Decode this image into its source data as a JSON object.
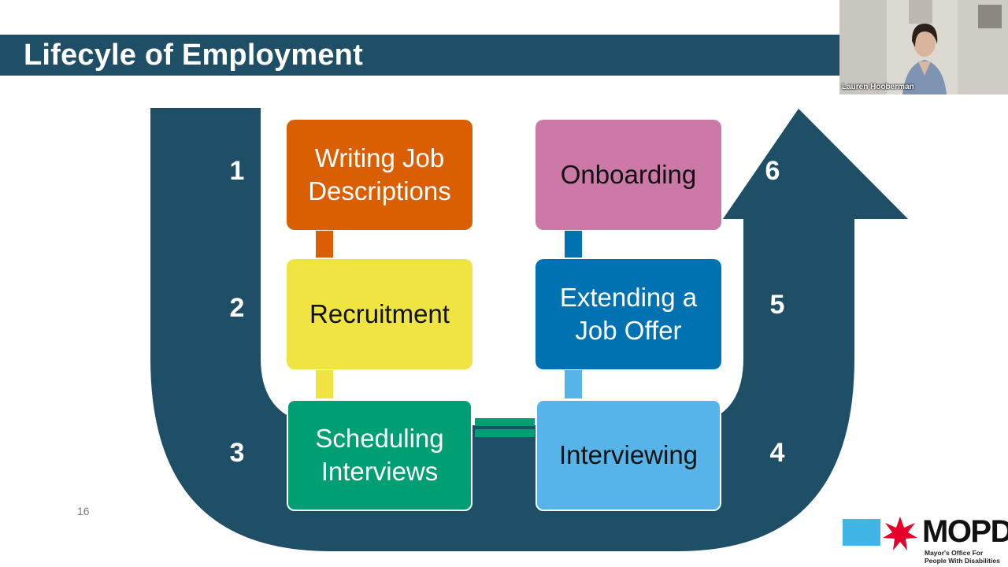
{
  "slide": {
    "title": "Lifecyle of Employment",
    "page_number": "16"
  },
  "video": {
    "participant_name": "Lauren Hooberman"
  },
  "steps": [
    {
      "number": "1",
      "label": "Writing Job Descriptions",
      "color": "#d95f02"
    },
    {
      "number": "2",
      "label": "Recruitment",
      "color": "#f0e442"
    },
    {
      "number": "3",
      "label": "Scheduling Interviews",
      "color": "#009e73"
    },
    {
      "number": "4",
      "label": "Interviewing",
      "color": "#56b4e9"
    },
    {
      "number": "5",
      "label": "Extending a Job Offer",
      "color": "#0072b2"
    },
    {
      "number": "6",
      "label": "Onboarding",
      "color": "#cc79a7"
    }
  ],
  "colors": {
    "title_bar": "#1f4e67",
    "arrow": "#1f4e67"
  },
  "logo": {
    "wordmark": "MOPD",
    "subtitle_line1": "Mayor's Office For",
    "subtitle_line2": "People With Disabilities",
    "square_color": "#41b6e6",
    "star_color": "#e4002b"
  }
}
